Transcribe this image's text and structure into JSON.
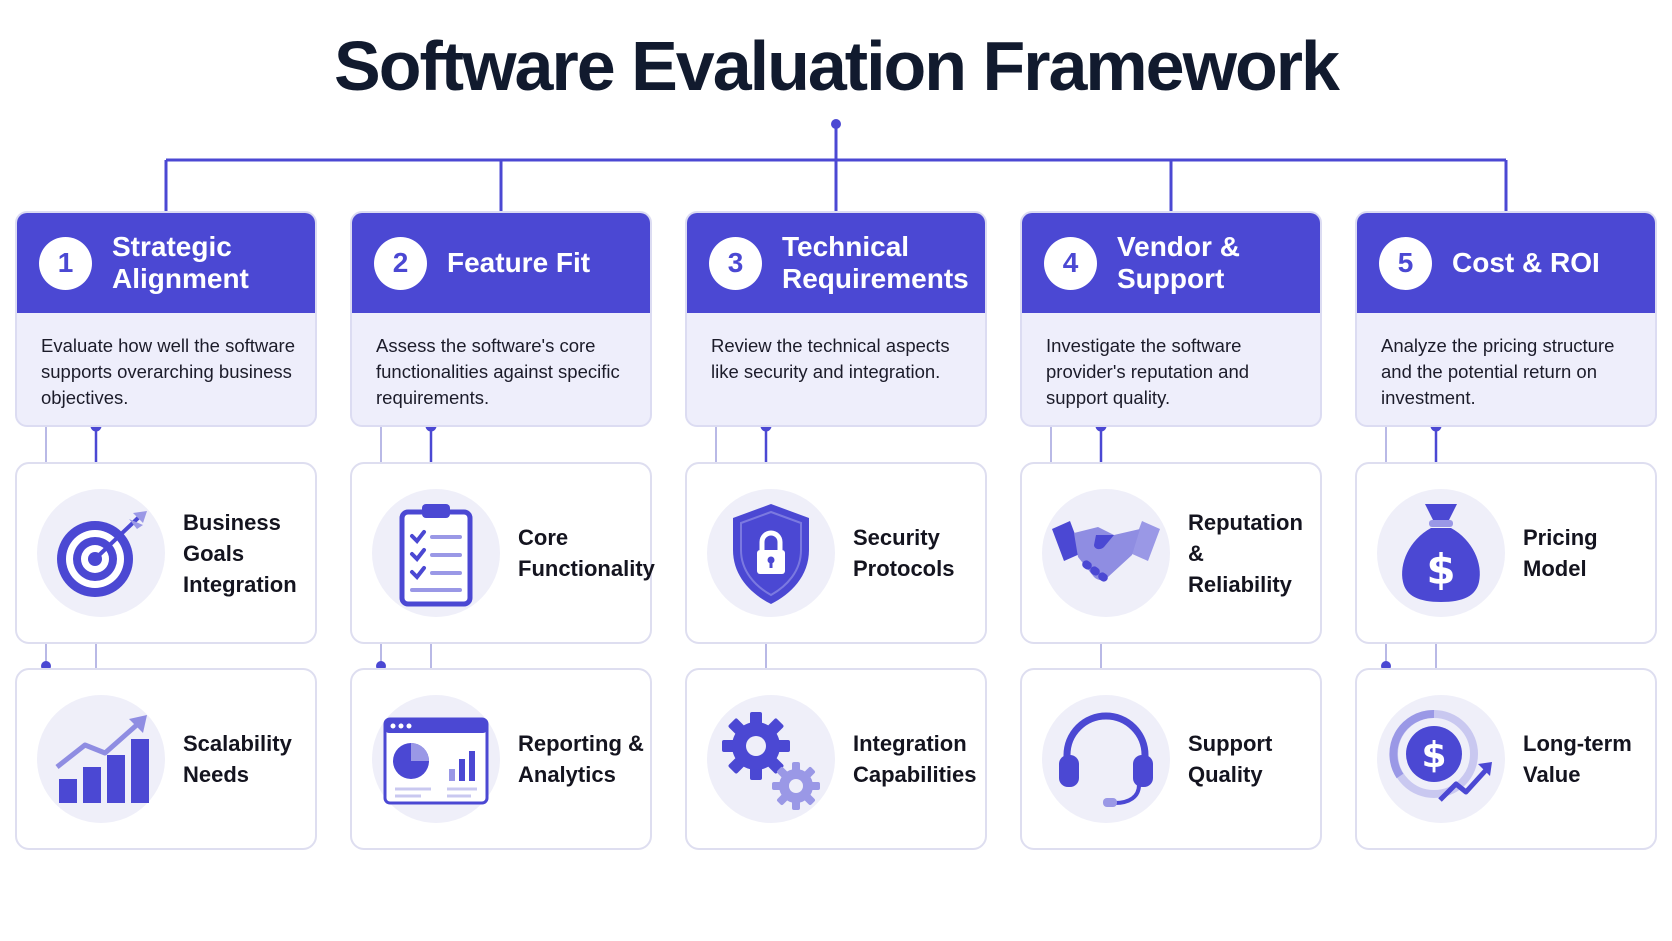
{
  "title": "Software Evaluation Framework",
  "colors": {
    "accent": "#4b48d3",
    "card_tint": "#eeeefb",
    "icon_bg": "#efeff9",
    "title_text": "#111a2e"
  },
  "categories": [
    {
      "number": "1",
      "title": "Strategic\nAlignment",
      "description": "Evaluate how well the software supports overarching business objectives.",
      "items": [
        {
          "label": "Business Goals\nIntegration",
          "icon": "target-icon"
        },
        {
          "label": "Scalability\nNeeds",
          "icon": "growth-chart-icon"
        }
      ]
    },
    {
      "number": "2",
      "title": "Feature Fit",
      "description": "Assess the software's core functionalities against specific requirements.",
      "items": [
        {
          "label": "Core\nFunctionality",
          "icon": "checklist-icon"
        },
        {
          "label": "Reporting &\nAnalytics",
          "icon": "dashboard-icon"
        }
      ]
    },
    {
      "number": "3",
      "title": "Technical\nRequirements",
      "description": "Review the technical aspects like security and integration.",
      "items": [
        {
          "label": "Security\nProtocols",
          "icon": "shield-lock-icon"
        },
        {
          "label": "Integration\nCapabilities",
          "icon": "gears-icon"
        }
      ]
    },
    {
      "number": "4",
      "title": "Vendor &\nSupport",
      "description": "Investigate the software provider's reputation and support quality.",
      "items": [
        {
          "label": "Reputation &\nReliability",
          "icon": "handshake-icon"
        },
        {
          "label": "Support\nQuality",
          "icon": "headset-icon"
        }
      ]
    },
    {
      "number": "5",
      "title": "Cost & ROI",
      "description": "Analyze the pricing structure and the potential return on investment.",
      "items": [
        {
          "label": "Pricing\nModel",
          "icon": "money-bag-icon"
        },
        {
          "label": "Long-term\nValue",
          "icon": "dollar-growth-icon"
        }
      ]
    }
  ]
}
